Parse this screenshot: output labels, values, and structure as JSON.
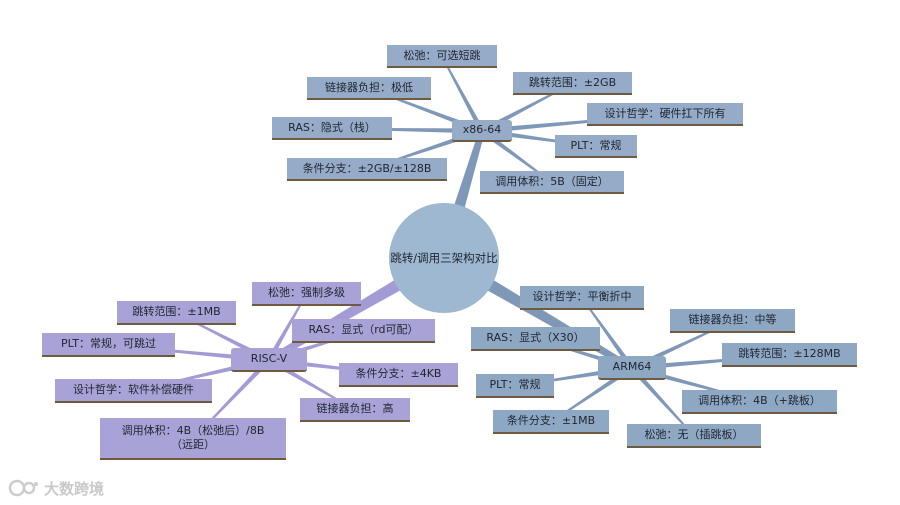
{
  "theme": {
    "x86": "#96abc8",
    "arm": "#8ea8c4",
    "riscv": "#a8a2d6",
    "center": "#9db8d0",
    "edge_x86": "#7f98b8",
    "edge_arm": "#7f98b8",
    "edge_riscv": "#a39bd6"
  },
  "center": {
    "label": "跳转/调用三架构对比"
  },
  "x86": {
    "label": "x86-64",
    "items": [
      "松弛：可选短跳",
      "链接器负担：极低",
      "跳转范围：±2GB",
      "设计哲学：硬件扛下所有",
      "RAS：隐式（栈）",
      "PLT：常规",
      "条件分支：±2GB/±128B",
      "调用体积：5B（固定）"
    ]
  },
  "arm": {
    "label": "ARM64",
    "items": [
      "设计哲学：平衡折中",
      "链接器负担：中等",
      "RAS：显式（X30）",
      "跳转范围：±128MB",
      "PLT：常规",
      "调用体积：4B（+跳板）",
      "条件分支：±1MB",
      "松弛：无（插跳板）"
    ]
  },
  "riscv": {
    "label": "RISC-V",
    "items": [
      "松弛：强制多级",
      "跳转范围：±1MB",
      "RAS：显式（rd可配）",
      "PLT：常规，可跳过",
      "条件分支：±4KB",
      "设计哲学：软件补偿硬件",
      "链接器负担：高",
      "调用体积：4B（松弛后）/8B\n（远距）"
    ]
  },
  "watermark": {
    "text": "大数跨境"
  }
}
